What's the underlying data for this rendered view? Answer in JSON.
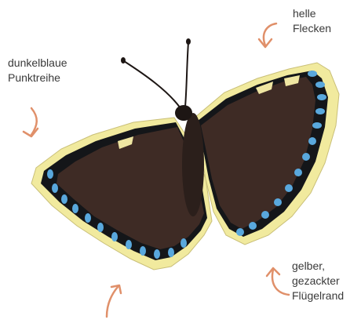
{
  "labels": {
    "top_right": [
      "helle",
      "Flecken"
    ],
    "left": [
      "dunkelblaue",
      "Punktreihe"
    ],
    "bottom_right": [
      "gelber,",
      "gezackter",
      "Flügelrand"
    ]
  },
  "colors": {
    "arrow": "#e0906a",
    "wing_body": "#3e2b25",
    "border_yellow": "#f1ea9e",
    "spot_blue": "#59a8dd",
    "band_black": "#141619",
    "label_text": "#3a3a3a"
  },
  "icons": {
    "arrow": "curved-arrow-icon",
    "subject": "butterfly-illustration"
  }
}
